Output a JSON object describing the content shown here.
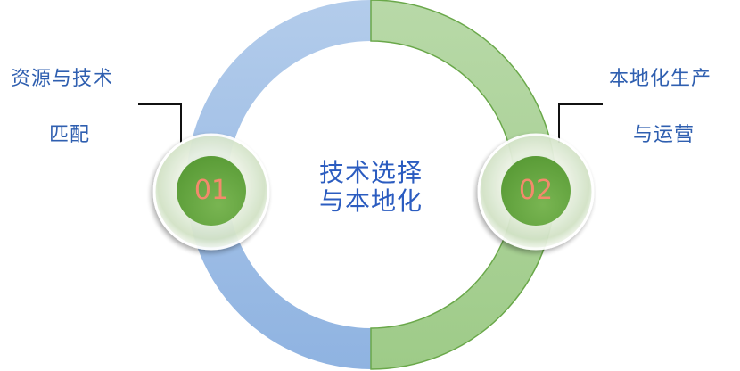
{
  "center": {
    "line1": "技术选择",
    "line2": "与本地化"
  },
  "steps": [
    {
      "number": "01",
      "label_line1": "资源与技术",
      "label_line2": "匹配"
    },
    {
      "number": "02",
      "label_line1": "本地化生产",
      "label_line2": "与运营"
    }
  ],
  "colors": {
    "blue": "#9dbde6",
    "green": "#a9d196",
    "accent_green": "#62a33f",
    "text": "#2f5fb0",
    "number": "#f07a5e"
  }
}
